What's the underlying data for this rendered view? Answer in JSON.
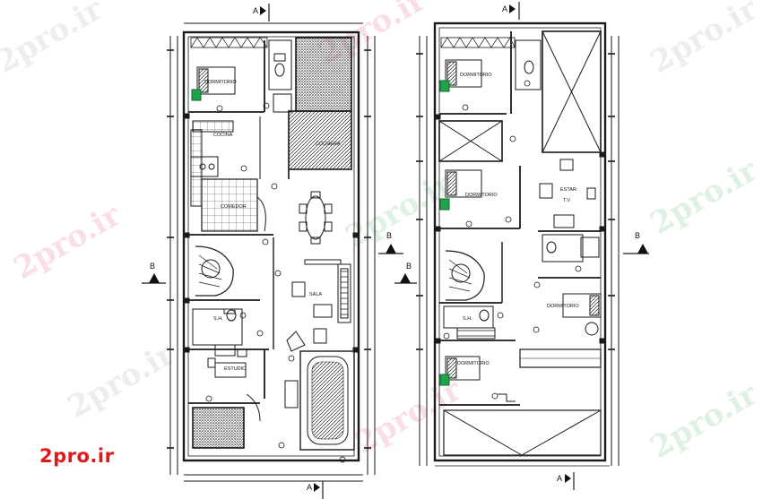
{
  "watermark": "2pro.ir",
  "logo_text": "2pro.ir",
  "section_marks": {
    "a": "A",
    "b": "B"
  },
  "plan_left": {
    "rooms": {
      "bedroom": "DORMITORIO",
      "kitchen": "COCINA",
      "dining": "COMEDOR",
      "living": "SALA",
      "bathroom": "S.H.",
      "study": "ESTUDIO",
      "garage": "COCHERA"
    }
  },
  "plan_right": {
    "rooms": {
      "bedroom_top": "DORMITORIO",
      "bedroom_mid": "DORMITORIO",
      "tv_room_line1": "ESTAR",
      "tv_room_line2": "T.V.",
      "bedroom_right": "DORMITORIO",
      "bathroom": "S.H.",
      "bedroom_bottom": "DORMITORIO"
    }
  },
  "colors": {
    "line": "#1a1a1a",
    "plant_green": "#1fa34a",
    "logo_red": "#e0191b"
  }
}
